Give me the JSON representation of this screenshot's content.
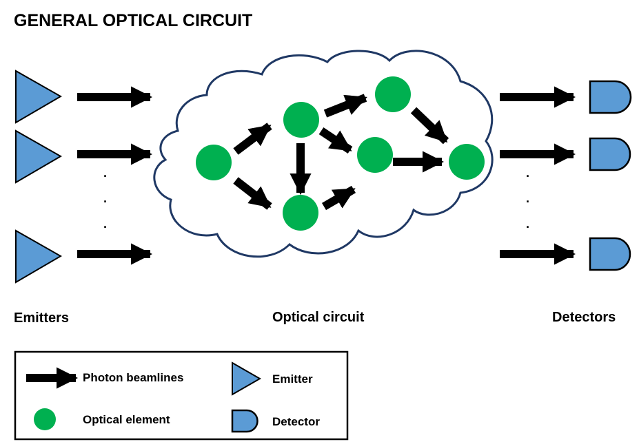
{
  "title": "GENERAL OPTICAL CIRCUIT",
  "sections": {
    "emitters": "Emitters",
    "circuit": "Optical circuit",
    "detectors": "Detectors"
  },
  "legend": {
    "beamlines": "Photon beamlines",
    "element": "Optical element",
    "emitter": "Emitter",
    "detector": "Detector"
  },
  "ellipsis": "·",
  "colors": {
    "emitter_fill": "#5b9bd5",
    "detector_fill": "#5b9bd5",
    "element_fill": "#00b050",
    "cloud_stroke": "#1f3864",
    "arrow": "#000000"
  }
}
